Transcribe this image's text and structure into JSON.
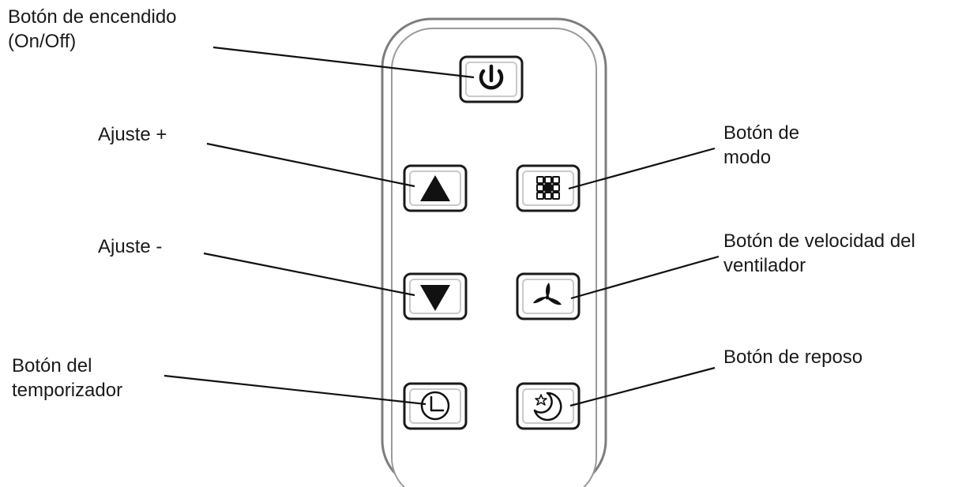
{
  "labels": {
    "power": {
      "line1": "Botón de encendido",
      "line2": "(On/Off)"
    },
    "up": {
      "line1": "Ajuste +"
    },
    "down": {
      "line1": "Ajuste -"
    },
    "timer": {
      "line1": "Botón del",
      "line2": "temporizador"
    },
    "mode": {
      "line1": "Botón de",
      "line2": "modo"
    },
    "fan": {
      "line1": "Botón de velocidad del",
      "line2": "ventilador"
    },
    "sleep": {
      "line1": "Botón de reposo"
    }
  },
  "icons": {
    "power": "power-icon",
    "up": "triangle-up-icon",
    "down": "triangle-down-icon",
    "mode": "mode-grid-icon",
    "fan": "fan-icon",
    "timer": "clock-icon",
    "sleep": "moon-star-icon"
  },
  "colors": {
    "outline": "#1a1a1a",
    "body_outline": "#8a8a8a",
    "text": "#1a1a1a"
  }
}
